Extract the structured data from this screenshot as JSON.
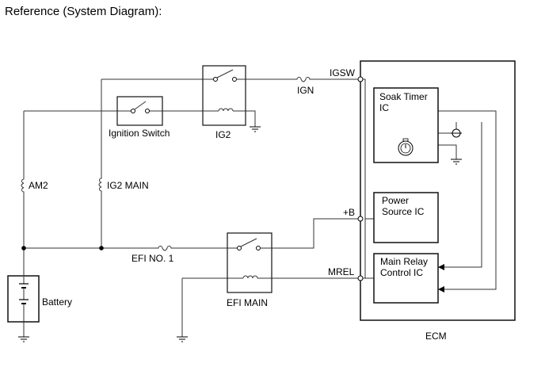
{
  "title": "Reference (System Diagram):",
  "components": {
    "ignition_switch": "Ignition Switch",
    "ig2_relay": "IG2",
    "efi_main_relay": "EFI MAIN",
    "battery": "Battery",
    "ecm": "ECM",
    "soak_timer_ic": [
      "Soak Timer",
      "IC"
    ],
    "power_source_ic": [
      "Power",
      "Source IC"
    ],
    "main_relay_control_ic": [
      "Main Relay",
      "Control IC"
    ]
  },
  "fuses": {
    "ign": "IGN",
    "am2": "AM2",
    "ig2_main": "IG2 MAIN",
    "efi_no1": "EFI NO. 1"
  },
  "terminals": {
    "igsw": "IGSW",
    "plus_b": "+B",
    "mrel": "MREL"
  }
}
